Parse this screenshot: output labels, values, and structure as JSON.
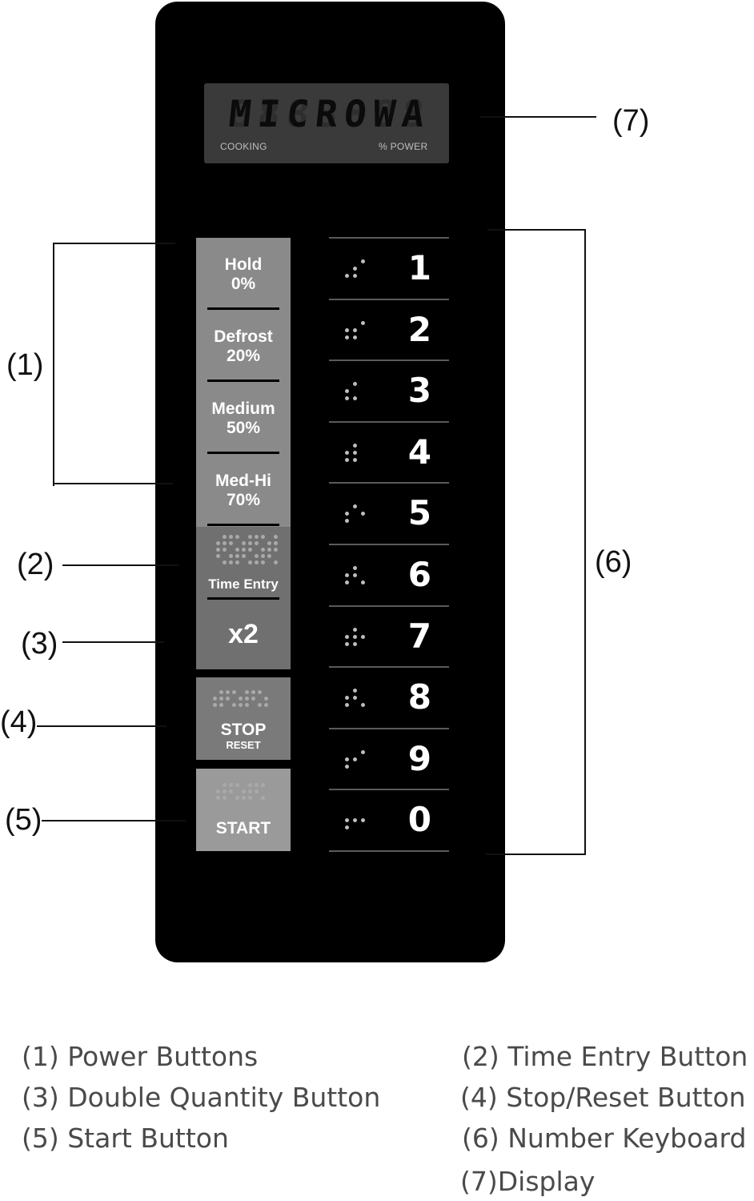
{
  "display": {
    "text": "MICROWA",
    "label_left": "COOKING",
    "label_right": "%  POWER"
  },
  "power_buttons": [
    {
      "name": "Hold",
      "value": "0%"
    },
    {
      "name": "Defrost",
      "value": "20%"
    },
    {
      "name": "Medium",
      "value": "50%"
    },
    {
      "name": "Med-Hi",
      "value": "70%"
    }
  ],
  "time_entry_label": "Time Entry",
  "double_label": "x2",
  "stop_label": "STOP",
  "reset_label": "RESET",
  "start_label": "START",
  "number_keys": [
    "1",
    "2",
    "3",
    "4",
    "5",
    "6",
    "7",
    "8",
    "9",
    "0"
  ],
  "callouts": [
    "(1)",
    "(2)",
    "(3)",
    "(4)",
    "(5)",
    "(6)",
    "(7)"
  ],
  "legend": [
    "(1) Power Buttons",
    "(2) Time Entry Button",
    "(3) Double Quantity Button",
    "(4) Stop/Reset Button",
    "(5) Start Button",
    "(6) Number Keyboard",
    "(7)Display"
  ],
  "colors": {
    "panel": "#000000",
    "display_bg": "#3a3a3a",
    "power_button_bg": "#8a8a8a",
    "time_entry_bg": "#707070",
    "stop_bg": "#7a7a7a",
    "start_bg": "#9a9a9a"
  }
}
